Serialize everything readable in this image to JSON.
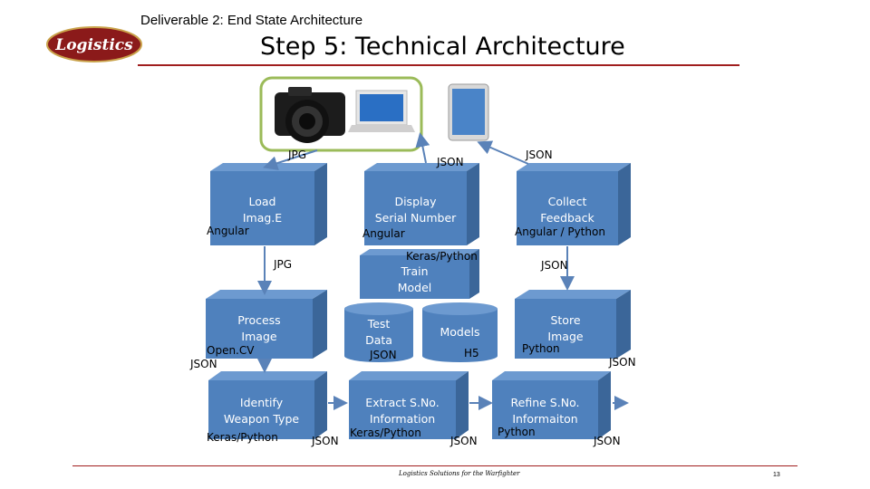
{
  "header": {
    "subtitle": "Deliverable 2: End State Architecture",
    "title": "Step 5: Technical Architecture",
    "logo_text": "Logistics",
    "accent_color": "#a01e1e"
  },
  "devices": [
    "camera",
    "laptop",
    "tablet"
  ],
  "boxes": {
    "load": "Load\nImag.E",
    "display": "Display\nSerial Number",
    "collect": "Collect\nFeedback",
    "train": "Train\nModel",
    "process": "Process\nImage",
    "test_data": "Test\nData",
    "models": "Models",
    "store": "Store\nImage",
    "identify": "Identify\nWeapon Type",
    "extract": "Extract S.No.\nInformation",
    "refine": "Refine S.No.\nInformaiton"
  },
  "labels": {
    "jpg_top": "JPG",
    "json_top_mid": "JSON",
    "json_top_right": "JSON",
    "angular_load": "Angular",
    "angular_display": "Angular",
    "angular_python": "Angular / Python",
    "keras_python_train": "Keras/Python",
    "jpg_mid": "JPG",
    "json_mid_right": "JSON",
    "opencv": "Open.CV",
    "json_process": "JSON",
    "json_test": "JSON",
    "h5": "H5",
    "python_store": "Python",
    "json_store": "JSON",
    "keras_python_identify": "Keras/Python",
    "json_identify": "JSON",
    "keras_python_extract": "Keras/Python",
    "json_extract": "JSON",
    "python_refine": "Python",
    "json_refine": "JSON"
  },
  "footer": {
    "text": "Logistics Solutions for the Warfighter",
    "page": "13"
  },
  "colors": {
    "box_front": "#4f81bd",
    "box_side": "#3b6699",
    "box_top": "#6d9ad0",
    "arrow": "#5a82b8",
    "device_frame": "#9bbb59"
  }
}
